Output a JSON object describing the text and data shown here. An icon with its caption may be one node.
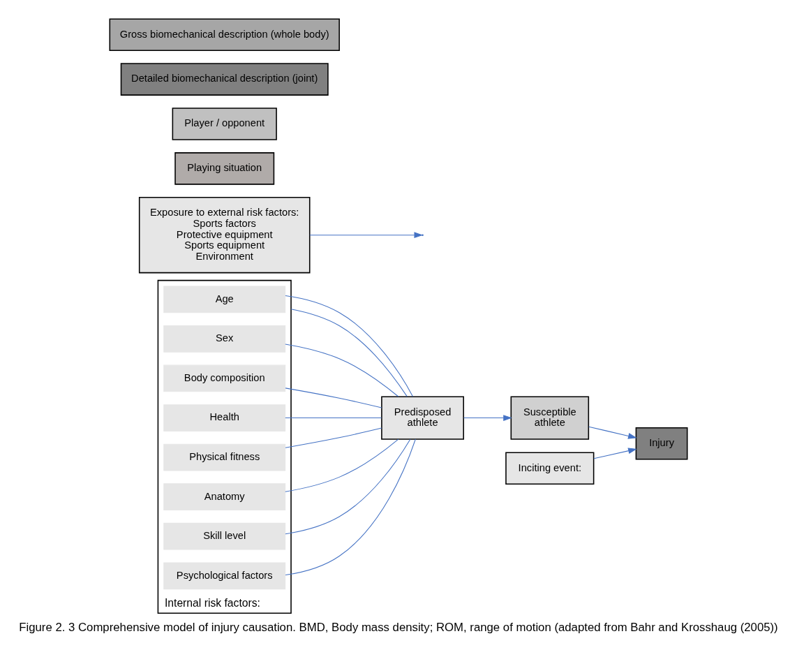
{
  "diagram": {
    "caption": "Figure 2. 3 Comprehensive model of injury causation. BMD, Body mass density; ROM, range of motion (adapted from Bahr and Krosshaug (2005))",
    "nodes": [
      {
        "text": [
          "Internal risk factors:"
        ]
      },
      {
        "text": [
          "Age"
        ],
        "in": 0
      },
      {
        "text": [
          "Sex"
        ],
        "in": 0
      },
      {
        "text": [
          "Body composition"
        ],
        "in": 0
      },
      {
        "text": [
          "Health"
        ],
        "in": 0
      },
      {
        "text": [
          "Physical fitness"
        ],
        "in": 0
      },
      {
        "text": [
          "Anatomy"
        ],
        "in": 0
      },
      {
        "text": [
          "Skill level"
        ],
        "in": 0
      },
      {
        "text": [
          "Psychological factors"
        ],
        "in": 0
      },
      {
        "text": [
          "Predisposed",
          "athlete"
        ]
      },
      {
        "text": [
          "Susceptible",
          "athlete"
        ]
      },
      {
        "text": [
          "Injury"
        ]
      },
      {
        "text": [
          "Exposure to external risk factors:",
          "Sports factors",
          "Protective equipment",
          "Sports equipment",
          "Environment"
        ]
      },
      {
        "text": [
          "Inciting event:"
        ]
      },
      {
        "text": [
          "Playing situation"
        ]
      },
      {
        "text": [
          "Player / opponent"
        ]
      },
      {
        "text": [
          "Detailed biomechanical description (joint)"
        ]
      },
      {
        "text": [
          "Gross biomechanical description (whole body)"
        ]
      }
    ],
    "edges": [
      {
        "from": 0,
        "to": 9,
        "arrow": "none"
      },
      {
        "from": 1,
        "to": 9,
        "arrow": "none"
      },
      {
        "from": 2,
        "to": 9,
        "arrow": "none"
      },
      {
        "from": 3,
        "to": 9,
        "arrow": "none"
      },
      {
        "from": 4,
        "to": 9,
        "arrow": "none"
      },
      {
        "from": 5,
        "to": 9,
        "arrow": "none"
      },
      {
        "from": 6,
        "to": 9,
        "arrow": "none"
      },
      {
        "from": 7,
        "to": 9,
        "arrow": "none"
      },
      {
        "from": 8,
        "to": 9,
        "arrow": "none"
      },
      {
        "from": 9,
        "to": 10,
        "arrow": "to"
      },
      {
        "from": 12,
        "to": null,
        "arrow": "to"
      },
      {
        "from": 10,
        "to": 11,
        "arrow": "to"
      },
      {
        "from": 13,
        "to": 11,
        "arrow": "to"
      }
    ]
  }
}
